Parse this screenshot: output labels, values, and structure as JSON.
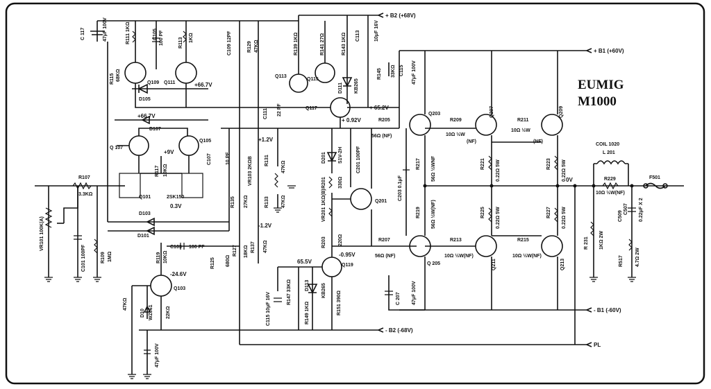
{
  "title": {
    "line1": "EUMIG",
    "line2": "M1000"
  },
  "rails": {
    "b2_pos": "+ B2 (+68V)",
    "b1_pos": "+ B1 (+60V)",
    "b1_neg": "- B1 (-60V)",
    "b2_neg": "- B2 (-68V)",
    "pl": "PL",
    "ov": "0V"
  },
  "voltages": {
    "v66_7a": "+66.7V",
    "v66_7b": "+66.7V",
    "v9": "+9V",
    "v0_3": "0.3V",
    "v24_6": "-24.6V",
    "v1_2p": "+1.2V",
    "v1_2n": "-1.2V",
    "v65_2": "+ 65.2V",
    "v0_92": "+ 0.92V",
    "v0_95": "-0.95V",
    "v65_5": "65.5V"
  },
  "components": {
    "c117": "C 117",
    "c117v": "47μF 100V",
    "r115": "R115",
    "r115v": "68KΩ",
    "r111": "R111 1KΩ",
    "c105": "C105",
    "c105v": "100 PF",
    "r113": "R113",
    "r113v": "1KΩ",
    "q109": "Q109",
    "q111": "Q111",
    "d105": "D105",
    "d107": "D107",
    "q107": "Q 107",
    "q105": "Q105",
    "r117": "R117",
    "r117v": "10KΩ",
    "q101": "Q101",
    "sk": "2SK150",
    "c107": "C107",
    "c107v": "10 PF",
    "r107": "R107",
    "r107v": "3.3KΩ",
    "vr101": "VR101 100K(A)",
    "d103": "D103",
    "d101": "D101",
    "c103": "C103",
    "c103v": "100 PF",
    "c101": "C101 100PF",
    "r109": "R109",
    "r109v": "1MΩ",
    "r119": "R119",
    "r119v": "10KΩ",
    "q103": "Q103",
    "r47k": "47KΩ",
    "d10": "D10",
    "d10v": "WZ061",
    "r22k": "22KΩ",
    "c47": "47μF 100V",
    "c109": "C109 12PF",
    "r129": "R129",
    "r129v": "47KΩ",
    "r139": "R139 1KΩ",
    "r141": "R141 27Ω",
    "r143": "R143 1KΩ",
    "c113": "C113",
    "c113v": "10μF 16V",
    "q113": "Q113",
    "q115": "Q115",
    "d111": "D111",
    "d111v": "KB265",
    "q117": "Q117",
    "c111": "C111",
    "c111v": "22 PF",
    "r145": "R145",
    "r145v": "33KΩ",
    "c115b": "C115",
    "c115bv": "47μF 100V",
    "vr103": "VR103 2KΩB",
    "r131": "R131",
    "r131v": "47KΩ",
    "r133": "R133",
    "r133v": "47KΩ",
    "r135": "R135",
    "r135v": "27KΩ",
    "r125": "R125",
    "r125v": "680Ω",
    "r127": "R127",
    "r127v": "18KΩ",
    "r137": "R137",
    "r137v": "47KΩ",
    "c115": "C115 10μF 16V",
    "r147": "R147 33KΩ",
    "d113": "D113",
    "d113v": "KB265",
    "r149": "R149 1KΩ",
    "q119": "Q119",
    "r151": "R151 390Ω",
    "d201": "D201",
    "d201v": "S1V-2H",
    "r201": "R201",
    "r201v": "330Ω",
    "c201": "C201 100PF",
    "vr201": "VR201 1KΩ(B)",
    "q201": "Q201",
    "r203": "R203",
    "r203v": "220Ω",
    "r205": "R205",
    "r205v": "56Ω (NF)",
    "r207": "R207",
    "r207v": "56Ω (NF)",
    "c203": "C203 0.1μF",
    "q203": "Q203",
    "q205": "Q 205",
    "r209": "R209",
    "r209v": "10Ω ½W",
    "nf": "(NF)",
    "r211": "R211",
    "r211v": "10Ω ½W",
    "q207": "Q207",
    "q209": "Q209",
    "r217": "R217",
    "r217v": "56Ω ½WNF",
    "r219": "R219",
    "r219v": "56Ω ½W(NF)",
    "r221": "R221",
    "r221v": "0.22Ω 5W",
    "r223": "R223",
    "r223v": "0.22Ω 5W",
    "r225": "R225",
    "r225v": "0.22Ω 5W",
    "r227": "R227",
    "r227v": "0.22Ω 5W",
    "r213": "R213",
    "r213v": "10Ω ½W(NF)",
    "r215": "R215",
    "r215v": "10Ω ½W(NF)",
    "q211": "Q211",
    "q213": "Q213",
    "c207": "C 207",
    "c207v": "47μF 100V",
    "coil": "COIL 1020",
    "l201": "L 201",
    "r229": "R229",
    "r229v": "10Ω ½W(NF)",
    "f501": "F501",
    "r231": "R 231",
    "r231v": "1KΩ 2W",
    "c509": "C509",
    "c509v": "0.22μF",
    "c507": "C507",
    "c507v": "0.22μF X 2",
    "r517": "R517",
    "r517v": "4.7Ω 2W"
  }
}
